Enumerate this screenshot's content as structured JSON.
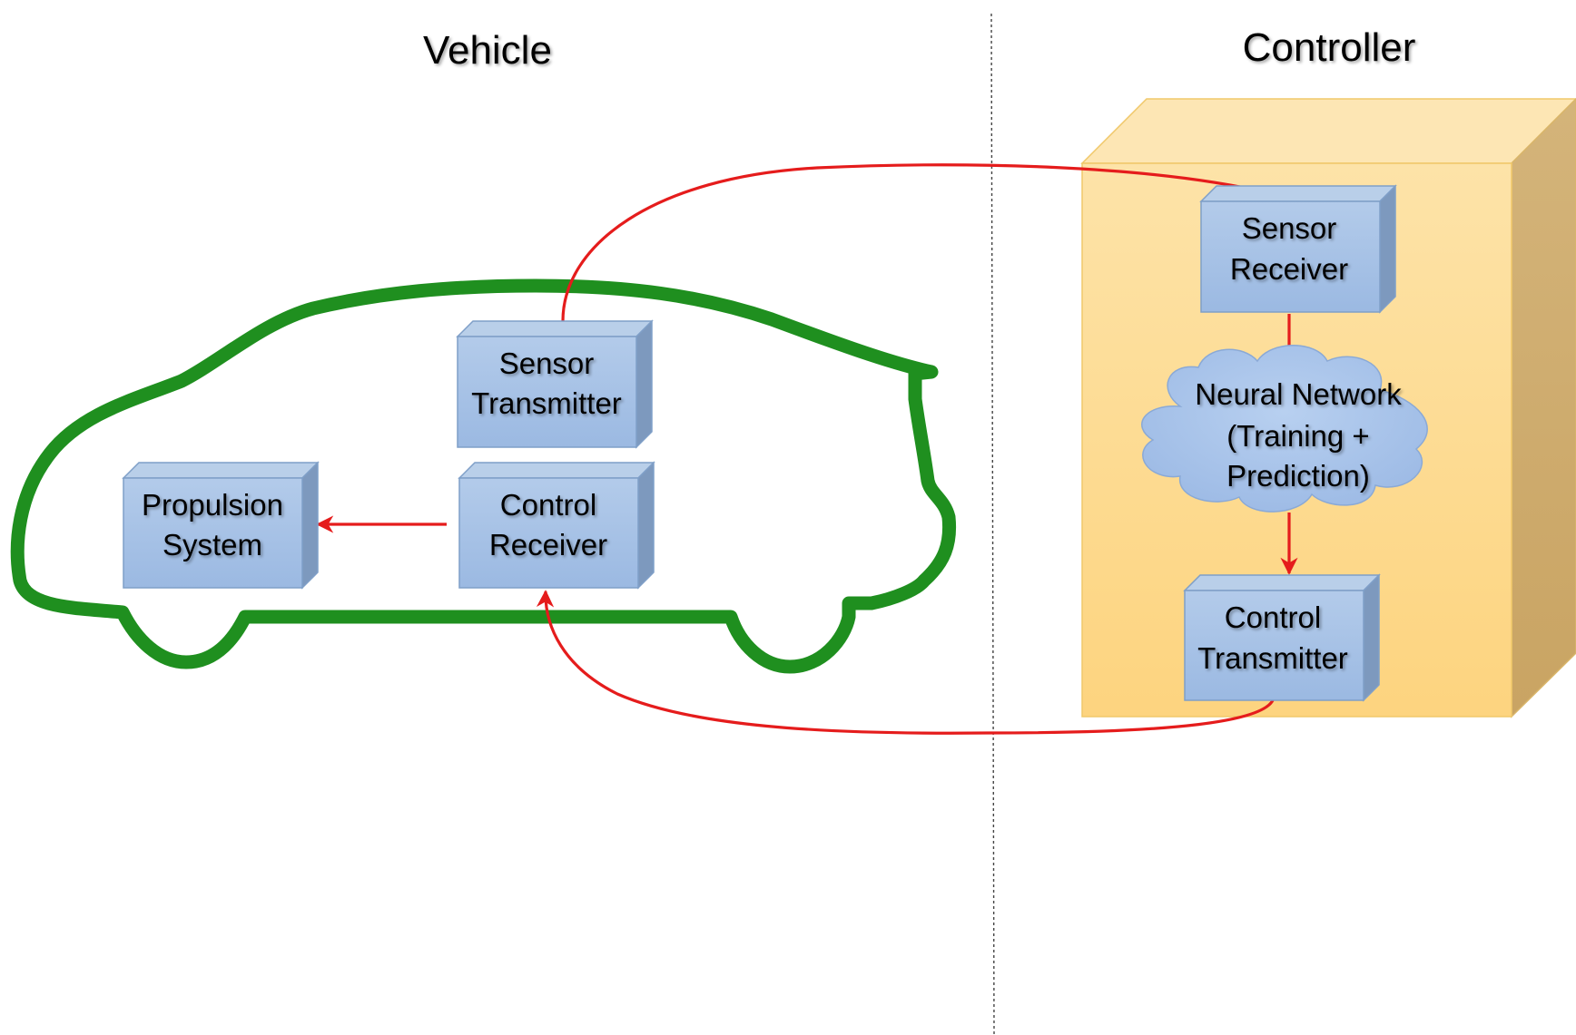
{
  "sections": {
    "vehicle_title": "Vehicle",
    "controller_title": "Controller"
  },
  "vehicle": {
    "sensor_transmitter": {
      "line1": "Sensor",
      "line2": "Transmitter"
    },
    "control_receiver": {
      "line1": "Control",
      "line2": "Receiver"
    },
    "propulsion_system": {
      "line1": "Propulsion",
      "line2": "System"
    }
  },
  "controller": {
    "sensor_receiver": {
      "line1": "Sensor",
      "line2": "Receiver"
    },
    "neural_network": {
      "line1": "Neural Network",
      "line2": "(Training +",
      "line3": "Prediction)"
    },
    "control_transmitter": {
      "line1": "Control",
      "line2": "Transmitter"
    }
  },
  "colors": {
    "car_outline": "#1f8f1f",
    "arrow": "#e51c1c",
    "box_fill": "#a4c0e4",
    "controller_cube": "#fdd47f",
    "cloud": "#a9c4ea"
  }
}
